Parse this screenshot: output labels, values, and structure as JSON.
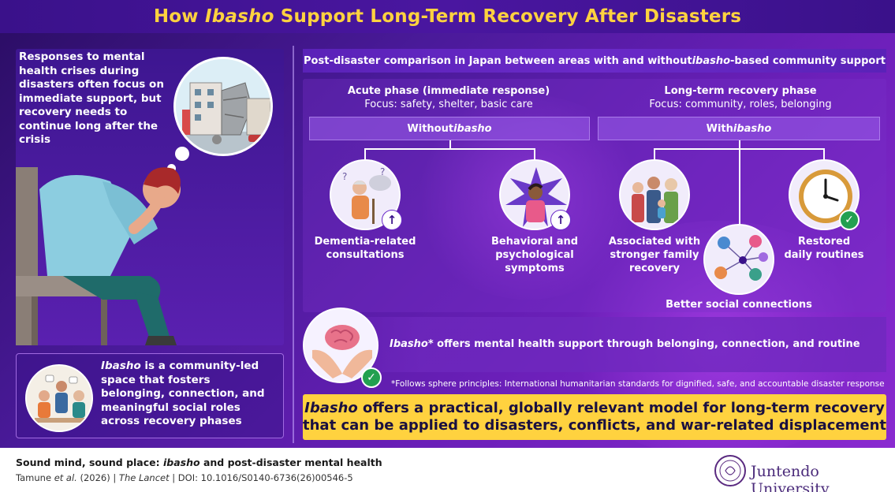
{
  "title": {
    "prefix": "How ",
    "emphasis": "Ibasho",
    "suffix": " Support Long-Term Recovery After Disasters"
  },
  "left": {
    "intro": "Responses to mental health crises during disasters often focus on immediate support, but recovery needs to continue long after the crisis",
    "ibasho_word": "Ibasho",
    "ibasho_def": " is a community-led space that fosters belonging, connection, and meaningful social roles across recovery phases"
  },
  "comparison": {
    "header_prefix": "Post-disaster comparison in Japan between areas with and without ",
    "header_emph": "ibasho",
    "header_suffix": "-based community support",
    "acute": {
      "title": "Acute phase (immediate response)",
      "focus": "Focus: safety, shelter, basic care",
      "tag_prefix": "Without ",
      "tag_emph": "ibasho",
      "outcomes": [
        {
          "line1": "Dementia-related",
          "line2": "consultations",
          "line3": ""
        },
        {
          "line1": "Behavioral and",
          "line2": "psychological",
          "line3": "symptoms"
        }
      ],
      "badge": "↑"
    },
    "longterm": {
      "title": "Long-term recovery phase",
      "focus": "Focus: community, roles, belonging",
      "tag_prefix": "With ",
      "tag_emph": "ibasho",
      "outcomes": [
        {
          "line1": "Associated with",
          "line2": "stronger family",
          "line3": "recovery"
        },
        {
          "line1": "Better social connections",
          "line2": "",
          "line3": ""
        },
        {
          "line1": "Restored",
          "line2": "daily routines",
          "line3": ""
        }
      ],
      "check": "✓"
    }
  },
  "brain": {
    "emph": "Ibasho*",
    "text": " offers mental health support through belonging, connection, and routine",
    "check": "✓"
  },
  "footnote": "*Follows sphere principles: International humanitarian standards for dignified, safe, and accountable disaster response",
  "conclusion": {
    "emph": "Ibasho",
    "line1_rest": " offers a practical, globally relevant model for long-term recovery",
    "line2": "that can be applied to disasters, conflicts, and war-related displacement"
  },
  "footer": {
    "title_prefix": "Sound mind, sound place: ",
    "title_emph": "ibasho",
    "title_suffix": " and post-disaster mental health",
    "cite_authors": "Tamune ",
    "cite_etal": "et al.",
    "cite_year": " (2026)  |  ",
    "cite_journal": "The Lancet",
    "cite_doi": "  |  DOI: 10.1016/S0140-6736(26)00546-5",
    "university": "Juntendo University"
  },
  "colors": {
    "title_yellow": "#ffd23f",
    "bg_purple": "#4a1a9a",
    "check_green": "#22a050"
  }
}
